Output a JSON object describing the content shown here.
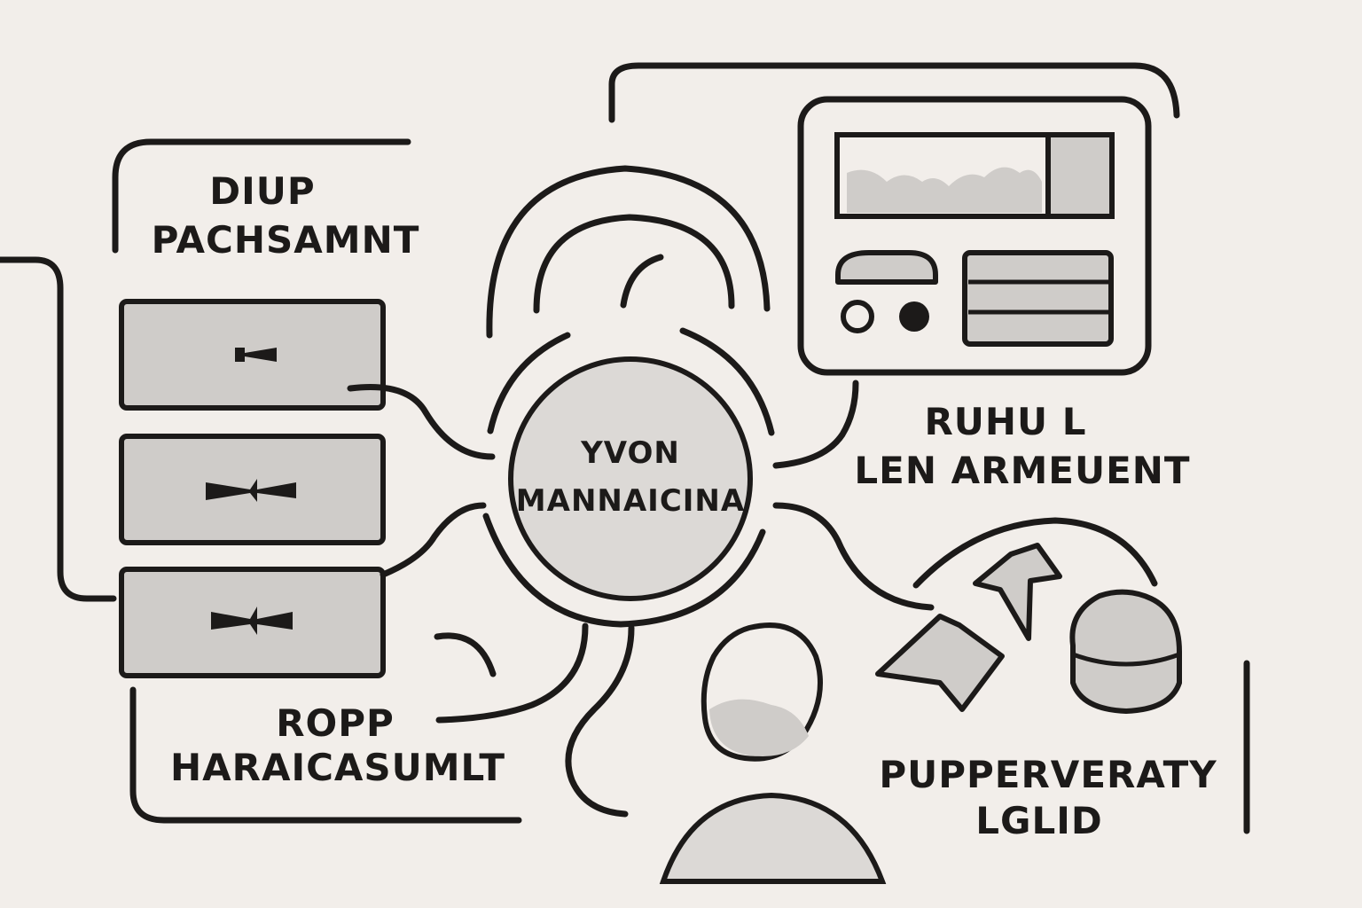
{
  "center": {
    "line1": "YVON",
    "line2": "MANNAICINA"
  },
  "top_left": {
    "line1": "DIUP",
    "line2": "PACHSAMNT"
  },
  "bottom_left": {
    "line1": "ROPP",
    "line2": "HARAICASUMLT"
  },
  "top_right": {
    "line1": "RUHU L",
    "line2": "LEN ARMEUENT"
  },
  "bottom_right": {
    "line1": "PUPPERVERATY",
    "line2": "LGLID"
  },
  "colors": {
    "background": "#f2eeea",
    "ink": "#1c1a19",
    "fill": "#cfccc9"
  },
  "icons": [
    "server-rack-icon",
    "wifi-signal-icon",
    "dashboard-screen-icon",
    "person-icon",
    "shapes-icon"
  ]
}
